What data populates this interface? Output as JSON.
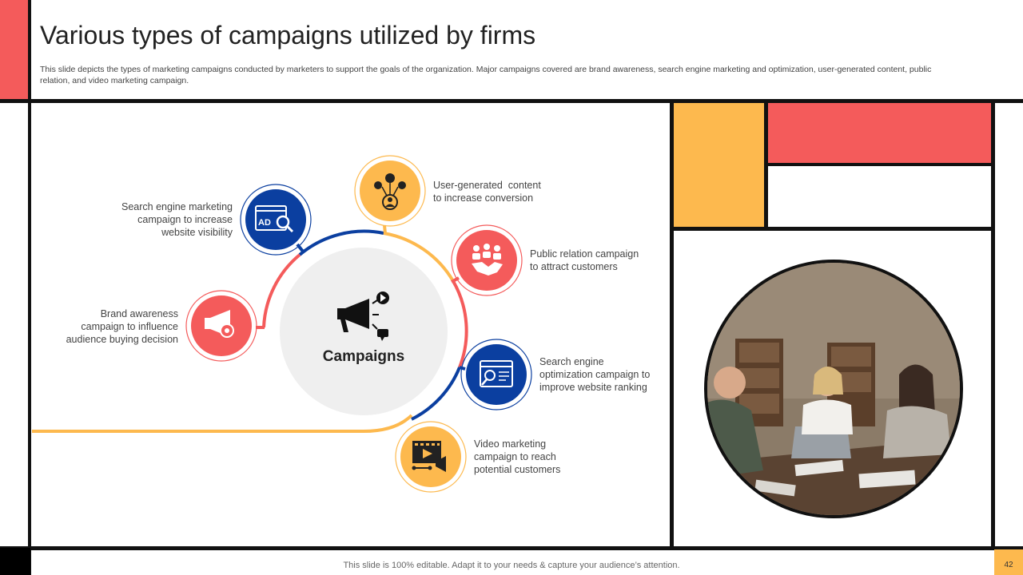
{
  "title": "Various types of campaigns utilized by firms",
  "subtitle": "This slide depicts the types of marketing campaigns conducted by marketers to support the goals of the organization. Major campaigns covered are brand awareness, search engine marketing and optimization, user-generated content, public relation, and video marketing campaign.",
  "center": {
    "label": "Campaigns",
    "icon": "megaphone-icon"
  },
  "campaigns": [
    {
      "id": "sem",
      "text_lines": [
        "Search engine marketing",
        "campaign to increase",
        "website visibility"
      ],
      "icon": "ad-search-icon",
      "color": "#0B3FA0"
    },
    {
      "id": "ugc",
      "text_lines": [
        "User-generated  content",
        "to increase conversion"
      ],
      "icon": "user-network-icon",
      "color": "#FDB94E"
    },
    {
      "id": "pr",
      "text_lines": [
        "Public relation campaign",
        "to attract customers"
      ],
      "icon": "handshake-icon",
      "color": "#F45B5B"
    },
    {
      "id": "brand",
      "text_lines": [
        "Brand awareness",
        "campaign to influence",
        "audience buying decision"
      ],
      "icon": "megaphone-badge-icon",
      "color": "#F45B5B"
    },
    {
      "id": "seo",
      "text_lines": [
        "Search engine",
        "optimization campaign to",
        "improve website ranking"
      ],
      "icon": "seo-browser-icon",
      "color": "#0B3FA0"
    },
    {
      "id": "video",
      "text_lines": [
        "Video marketing",
        "campaign to reach",
        "potential customers"
      ],
      "icon": "video-megaphone-icon",
      "color": "#FDB94E"
    }
  ],
  "colors": {
    "red": "#F45B5B",
    "yellow": "#FDB94E",
    "blue": "#0B3FA0",
    "black": "#111111"
  },
  "footer": "This slide is 100% editable. Adapt it to your needs & capture your audience’s attention.",
  "page_number": "42"
}
